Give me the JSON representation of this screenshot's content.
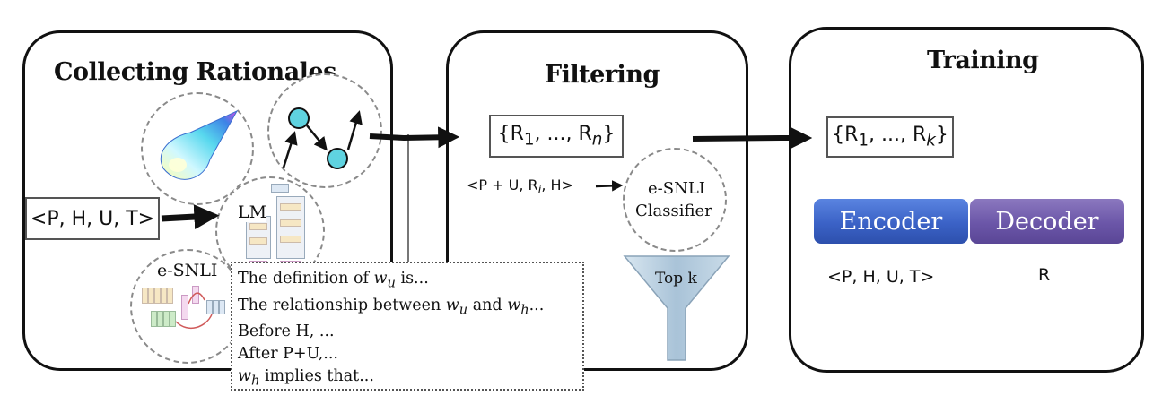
{
  "panels": {
    "collecting": {
      "title": "Collecting Rationales"
    },
    "filtering": {
      "title": "Filtering"
    },
    "training": {
      "title": "Training"
    }
  },
  "collecting": {
    "input_tuple": "<P, H, U, T>",
    "lm_label": "LM",
    "esnli_label": "e-SNLI"
  },
  "prompts": {
    "line1_pre": "The definition of ",
    "line1_var": "w",
    "line1_sub": "u",
    "line1_post": " is...",
    "line2_pre": "The relationship between ",
    "line2_var1": "w",
    "line2_sub1": "u",
    "line2_mid": " and ",
    "line2_var2": "w",
    "line2_sub2": "h",
    "line2_post": "...",
    "line3": "Before H, ...",
    "line4": "After P+U,...",
    "line5_var": "w",
    "line5_sub": "h",
    "line5_post": " implies that..."
  },
  "filtering": {
    "set_open": "{R",
    "set_sub1": "1",
    "set_mid": ", ..., R",
    "set_sub2": "n",
    "set_close": "}",
    "pair_pre": "<P + U, R",
    "pair_sub": "i",
    "pair_post": ", H>",
    "classifier_line1": "e-SNLI",
    "classifier_line2": "Classifier",
    "topk": "Top k"
  },
  "training": {
    "set_open": "{R",
    "set_sub1": "1",
    "set_mid": ", ..., R",
    "set_sub2": "k",
    "set_close": "}",
    "encoder": "Encoder",
    "decoder": "Decoder",
    "encoder_input": "<P, H, U, T>",
    "decoder_output": "R"
  },
  "icons": [
    "comet-icon",
    "graph-icon",
    "lm-architecture-icon",
    "esnli-architecture-icon",
    "funnel-icon"
  ],
  "colors": {
    "encoder": "#3b62c6",
    "decoder": "#6b56a8",
    "graph_node": "#5fd3e0",
    "funnel": "#b9cfe0"
  }
}
